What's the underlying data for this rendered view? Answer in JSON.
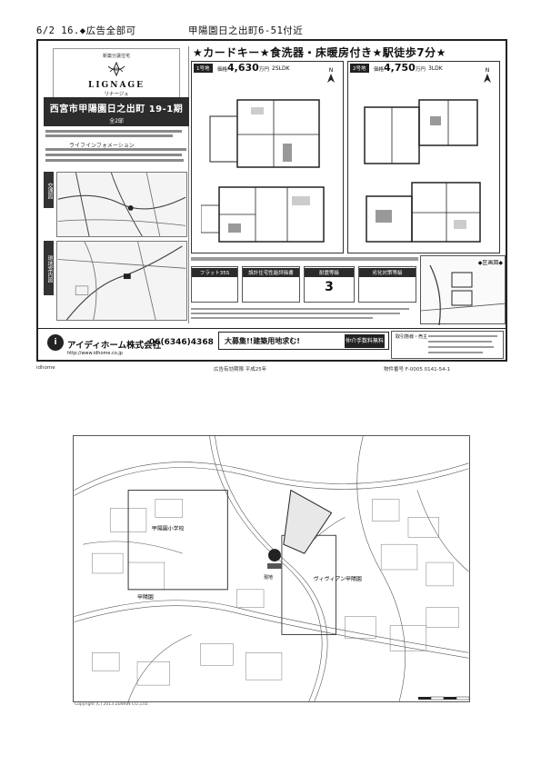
{
  "header": {
    "left": "6/2 16.◆広告全部可",
    "right": "甲陽園日之出町6-51付近"
  },
  "flyer": {
    "brand": {
      "sub": "新築分譲住宅",
      "name": "LIGNAGE",
      "kana": "リナージュ"
    },
    "address": {
      "main": "西宮市甲陽園日之出町 19-1期",
      "sub": "全2邸"
    },
    "life_info_title": "ライフインフォメーション",
    "side_tabs": {
      "access": "交通図",
      "local": "現地案内図"
    },
    "headline": "★カードキー★食洗器・床暖房付き★駅徒歩7分★",
    "plans": [
      {
        "tag": "1号地",
        "price_label": "価格",
        "price": "4,630",
        "price_unit": "万円",
        "layout": "2SLDK"
      },
      {
        "tag": "2号地",
        "price_label": "価格",
        "price": "4,750",
        "price_unit": "万円",
        "layout": "3LDK"
      }
    ],
    "info": {
      "box1_head": "フラット35S",
      "box2_head": "設計住宅性能評価書",
      "box3_head": "耐震等級",
      "box3_value": "3",
      "box4_head": "劣化対策等級"
    },
    "site_map_title": "◆区画図◆",
    "company": {
      "logo": "i",
      "name": "アイディホーム株式会社",
      "tel": "06(6346)4368",
      "url": "http://www.idhome.co.jp",
      "banner_text": "大募集!!建築用地求む!",
      "banner_badge": "仲介手数料無料",
      "agent_title": "取引態様・売主"
    }
  },
  "flyer_footer": {
    "left": "idhome",
    "mid": "広告有効期限 平成25年",
    "right": "物件番号 F-0005 0141-54-1"
  },
  "map": {
    "labels": {
      "school1": "甲陽園小学校",
      "school2": "ヴィヴィアン甲陽園",
      "area": "甲陽園",
      "site": "現地"
    },
    "copyright": "Copyright (C) 2013 ZENRIN CO.,LTD."
  }
}
